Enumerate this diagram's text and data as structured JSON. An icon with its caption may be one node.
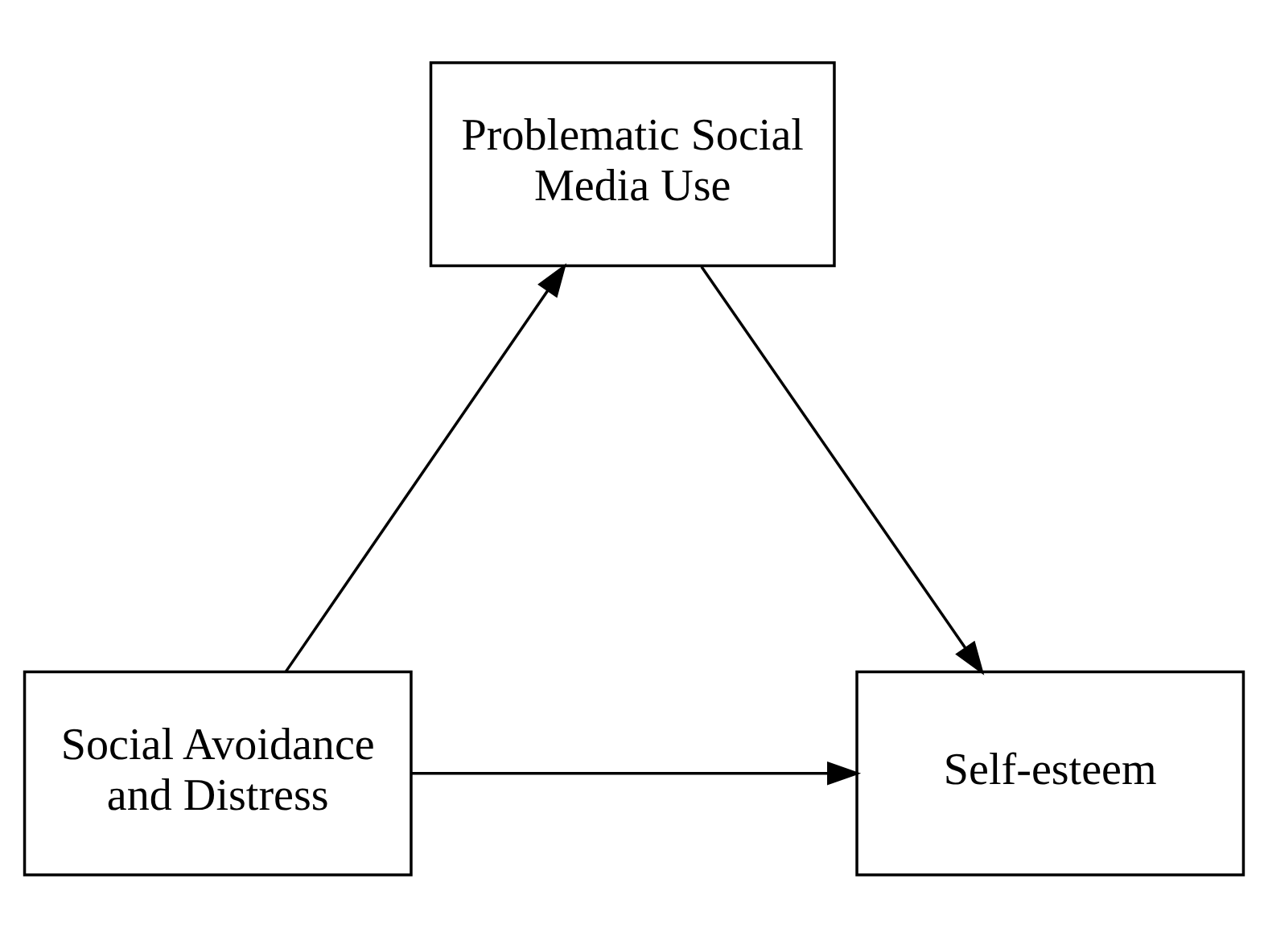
{
  "diagram": {
    "nodes": [
      {
        "text": [
          "Problematic Social Media Use"
        ]
      },
      {
        "text": [
          "Social Avoidance and Distress"
        ]
      },
      {
        "text": [
          "Self-esteem"
        ]
      }
    ],
    "edges": [
      {
        "from": 1,
        "to": 0,
        "arrow": "to"
      },
      {
        "from": 0,
        "to": 2,
        "arrow": "to"
      },
      {
        "from": 1,
        "to": 2,
        "arrow": "to"
      }
    ]
  }
}
